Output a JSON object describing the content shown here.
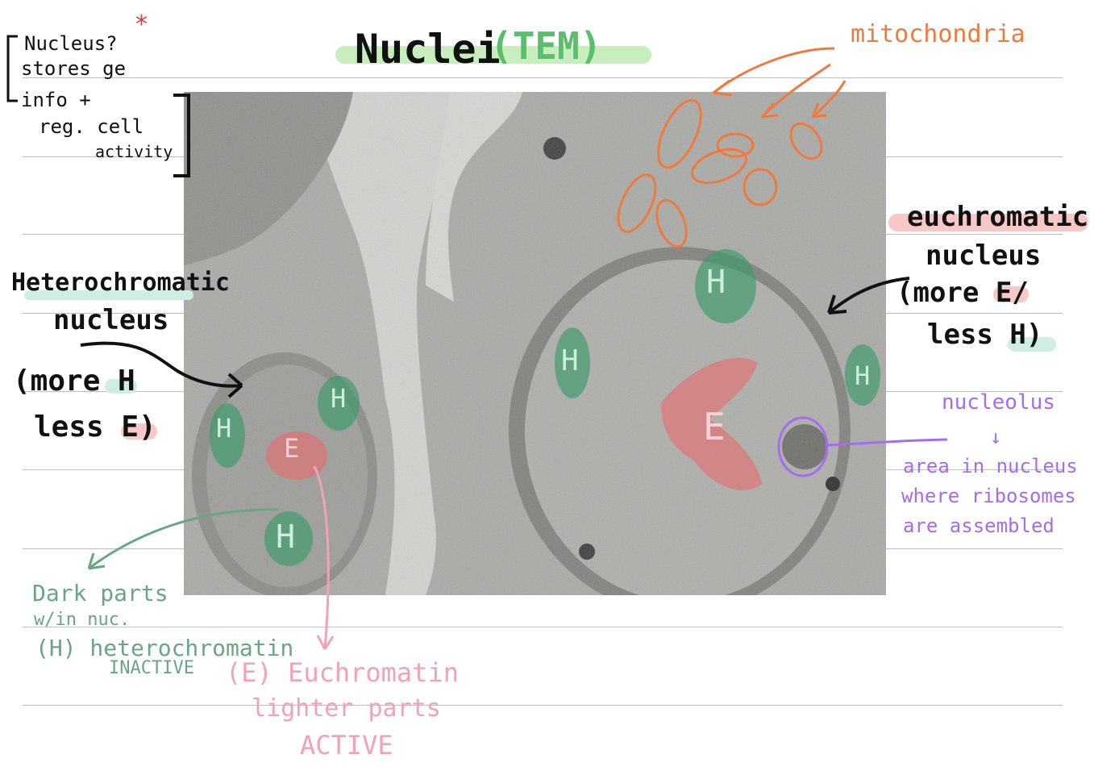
{
  "title": {
    "main": "Nuclei",
    "paren": "(TEM)"
  },
  "top_note": {
    "lines": [
      "Nucleus?",
      "stores ge",
      "info +",
      "reg. cell",
      "activity"
    ],
    "mark": "*"
  },
  "mitochondria_label": "mitochondria",
  "euchromatic": {
    "line1": "euchromatic",
    "line2": "nucleus",
    "line3a": "(more ",
    "line3b": "E/",
    "line4a": "less ",
    "line4b": "H)"
  },
  "heterochromatic": {
    "line1": "Heterochromatic",
    "line2": "nucleus",
    "line3a": "(more ",
    "line3b": "H",
    "line4a": "less ",
    "line4b": "E)"
  },
  "nucleolus": {
    "label": "nucleolus",
    "arrow": "↓",
    "desc1": "area in nucleus",
    "desc2": "where ribosomes",
    "desc3": "are assembled"
  },
  "dark_note": {
    "line1": "Dark parts",
    "line2": "w/in nuc.",
    "line3": "(H) heterochromatin",
    "line4": "INACTIVE"
  },
  "light_note": {
    "line1": "(E) Euchromatin",
    "line2": "lighter parts",
    "line3": "ACTIVE"
  },
  "photo_marks": {
    "h": "H",
    "e": "E"
  },
  "colors": {
    "orange": "#f07a3e",
    "green_hl": "#c8eec0",
    "green_mark": "#3a9a6a",
    "pink_mark": "#e86a6a",
    "pink_text": "#f2a1b8",
    "purple": "#a56cf0"
  }
}
